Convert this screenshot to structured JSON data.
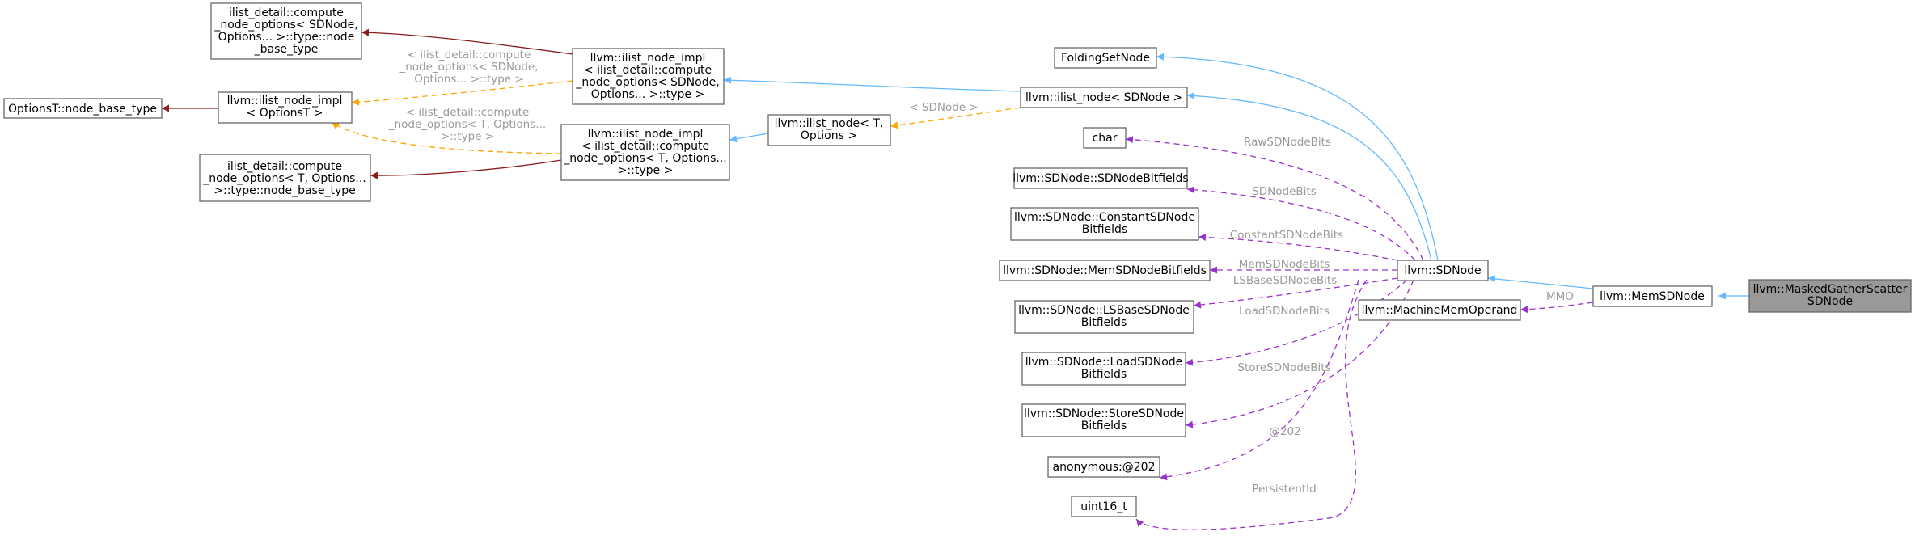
{
  "colors": {
    "inheritance": "#63b8ff",
    "base_type": "#8b1a1a",
    "template": "#ffa500",
    "member": "#9a32cd",
    "label": "#9a9a9a",
    "highlight_fill": "#999999"
  },
  "nodes": {
    "optionsT_node_base_type": [
      "OptionsT::node_base_type"
    ],
    "ilist_node_impl_optionsT": [
      "llvm::ilist_node_impl",
      "< OptionsT >"
    ],
    "compute_sdnode_base_type": [
      "ilist_detail::compute",
      "_node_options< SDNode,",
      "Options... >::type::node",
      "_base_type"
    ],
    "compute_T_base_type": [
      "ilist_detail::compute",
      "_node_options< T, Options...",
      ">::type::node_base_type"
    ],
    "ilist_node_impl_sdnode": [
      "llvm::ilist_node_impl",
      "< ilist_detail::compute",
      "_node_options< SDNode,",
      "Options... >::type >"
    ],
    "ilist_node_impl_T": [
      "llvm::ilist_node_impl",
      "< ilist_detail::compute",
      "_node_options< T, Options...",
      ">::type >"
    ],
    "ilist_node_T_options": [
      "llvm::ilist_node< T,",
      "Options >"
    ],
    "folding_set_node": [
      "FoldingSetNode"
    ],
    "ilist_node_sdnode": [
      "llvm::ilist_node< SDNode >"
    ],
    "char": [
      "char"
    ],
    "sdnode_bitfields": [
      "llvm::SDNode::SDNodeBitfields"
    ],
    "constant_sdnode_bitfields": [
      "llvm::SDNode::ConstantSDNode",
      "Bitfields"
    ],
    "mem_sdnode_bitfields": [
      "llvm::SDNode::MemSDNodeBitfields"
    ],
    "lsbase_sdnode_bitfields": [
      "llvm::SDNode::LSBaseSDNode",
      "Bitfields"
    ],
    "load_sdnode_bitfields": [
      "llvm::SDNode::LoadSDNode",
      "Bitfields"
    ],
    "store_sdnode_bitfields": [
      "llvm::SDNode::StoreSDNode",
      "Bitfields"
    ],
    "anonymous_202": [
      "anonymous:@202"
    ],
    "uint16_t": [
      "uint16_t"
    ],
    "sdnode": [
      "llvm::SDNode"
    ],
    "machine_mem_operand": [
      "llvm::MachineMemOperand"
    ],
    "mem_sdnode": [
      "llvm::MemSDNode"
    ],
    "masked_gather_scatter_sdnode": [
      "llvm::MaskedGatherScatter",
      "SDNode"
    ]
  },
  "edge_labels": {
    "options_sdnode": [
      "< ilist_detail::compute",
      "_node_options< SDNode,",
      "Options... >::type >"
    ],
    "options_T": [
      "< ilist_detail::compute",
      "_node_options< T, Options...",
      ">::type >"
    ],
    "sdnode_param": [
      "< SDNode >"
    ],
    "raw_bits": [
      "RawSDNodeBits"
    ],
    "sdnode_bits": [
      "SDNodeBits"
    ],
    "constant_bits": [
      "ConstantSDNodeBits"
    ],
    "mem_bits": [
      "MemSDNodeBits"
    ],
    "lsbase_bits": [
      "LSBaseSDNodeBits"
    ],
    "load_bits": [
      "LoadSDNodeBits"
    ],
    "store_bits": [
      "StoreSDNodeBits"
    ],
    "anon": [
      "@202"
    ],
    "persistent_id": [
      "PersistentId"
    ],
    "mmo": [
      "MMO"
    ]
  }
}
